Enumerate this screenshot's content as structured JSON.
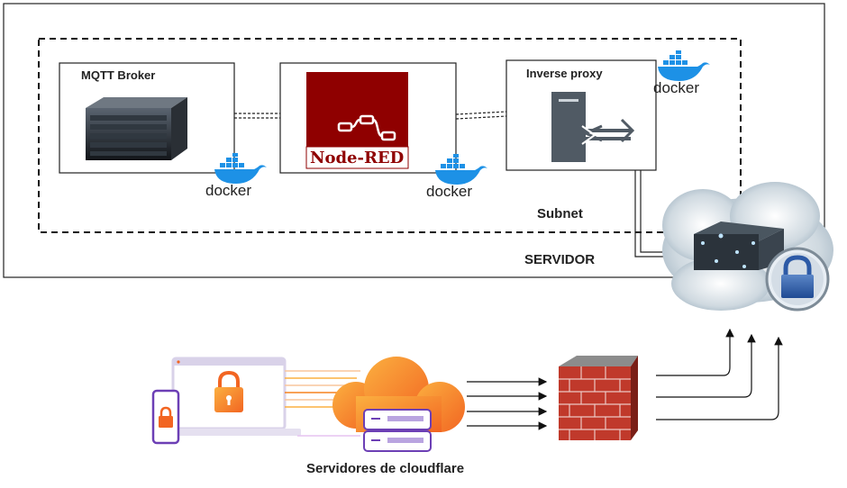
{
  "server": {
    "label": "SERVIDOR"
  },
  "subnet": {
    "label": "Subnet"
  },
  "nodes": {
    "mqtt": {
      "label": "MQTT Broker"
    },
    "nodered": {
      "logo_text": "Node-RED"
    },
    "proxy": {
      "label": "Inverse proxy"
    }
  },
  "docker": {
    "logo_text": "docker",
    "brand_color": "#1d91e6"
  },
  "cloudflare": {
    "label": "Servidores de cloudflare",
    "brand_color": "#f6821f"
  },
  "colors": {
    "nodered_red": "#8f0000",
    "firewall_red": "#c0392b"
  }
}
